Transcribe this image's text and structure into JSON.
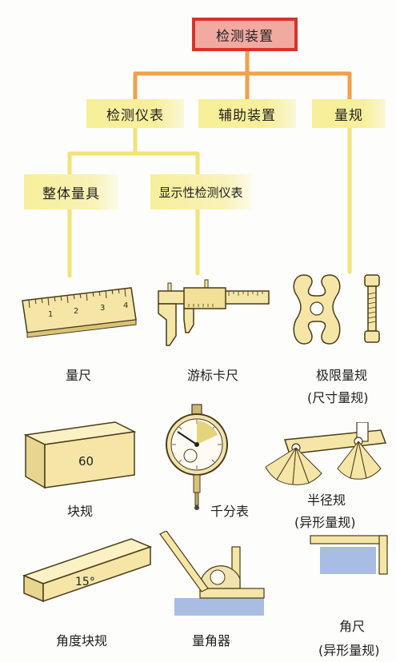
{
  "tree": {
    "root": "检测装置",
    "level1": [
      "检测仪表",
      "辅助装置",
      "量规"
    ],
    "level2": [
      "整体量具",
      "显示性检测仪表"
    ]
  },
  "items": {
    "ruler": {
      "label": "量尺",
      "marks": [
        "1",
        "2",
        "3",
        "4"
      ]
    },
    "caliper": {
      "label": "游标卡尺"
    },
    "limit_gauge": {
      "label": "极限量规",
      "sublabel": "(尺寸量规)"
    },
    "gauge_block": {
      "label": "块规",
      "value": "60"
    },
    "dial_indicator": {
      "label": "千分表"
    },
    "radius_gauge": {
      "label": "半径规",
      "sublabel": "(异形量规)"
    },
    "angle_block": {
      "label": "角度块规",
      "value": "15°"
    },
    "protractor": {
      "label": "量角器"
    },
    "square": {
      "label": "角尺",
      "sublabel": "(异形量规)"
    }
  },
  "colors": {
    "root_border": "#d8322a",
    "root_fill": "#f2a9a0",
    "box_fill": "#f7ef9a",
    "line_orange": "#f2a04a",
    "line_yellow": "#f5e17a",
    "tool_fill": "#f5e6a8",
    "tool_stroke": "#4a3b16",
    "blue": "#a9bde3"
  }
}
